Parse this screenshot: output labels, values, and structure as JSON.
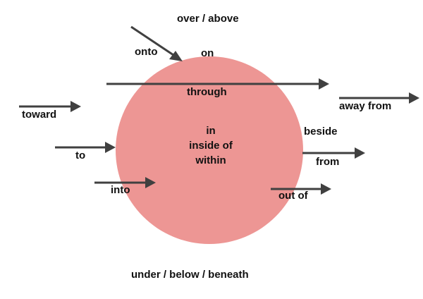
{
  "diagram": {
    "colors": {
      "circle": "#ED9694",
      "arrow": "#404040",
      "text": "#111111"
    },
    "labels": {
      "over_above": "over / above",
      "onto": "onto",
      "on": "on",
      "through": "through",
      "toward": "toward",
      "away_from": "away from",
      "in": "in",
      "inside_of": "inside of",
      "within": "within",
      "beside": "beside",
      "to": "to",
      "from": "from",
      "into": "into",
      "out_of": "out of",
      "under_below_beneath": "under / below / beneath"
    }
  }
}
